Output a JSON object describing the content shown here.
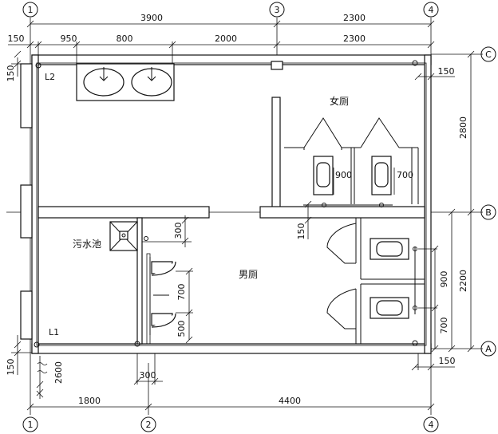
{
  "axes": {
    "a1": "1",
    "a2": "2",
    "a3": "3",
    "a4": "4",
    "aA": "A",
    "aB": "B",
    "aC": "C"
  },
  "dims": {
    "top_3900": "3900",
    "top_2300": "2300",
    "row2_150": "150",
    "row2_950": "950",
    "row2_800": "800",
    "row2_2000": "2000",
    "row2_2300": "2300",
    "left_150_top": "150",
    "right_150_top": "150",
    "right_2800": "2800",
    "right_2200": "2200",
    "w_900": "900",
    "w_700": "700",
    "mid_150": "150",
    "sink_300": "300",
    "uri_700": "700",
    "uri_500": "500",
    "m_900": "900",
    "m_700": "700",
    "bot_150_left": "150",
    "bot_2600": "2600",
    "bot_300": "300",
    "bot_150_right": "150",
    "bot_1800": "1800",
    "bot_4400": "4400"
  },
  "labels": {
    "L2": "L2",
    "L1": "L1",
    "women": "女厕",
    "men": "男厕",
    "mop_sink": "污水池"
  }
}
